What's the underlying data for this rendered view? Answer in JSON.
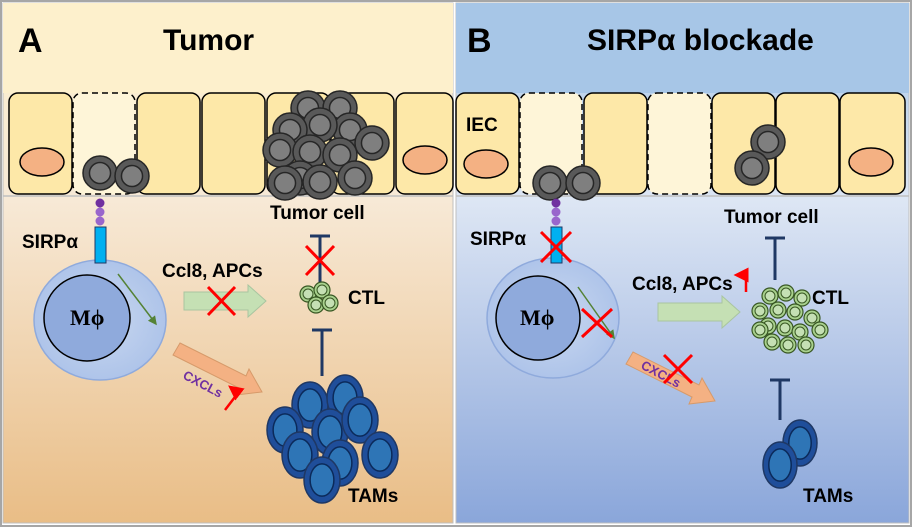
{
  "panels": {
    "a": {
      "letter": "A",
      "title": "Tumor",
      "macrophage": "Mϕ",
      "receptor": "SIRPα",
      "chemokine": "Ccl8, APCs",
      "cxcl": "CXCLs",
      "tumor_cell": "Tumor cell",
      "ctl": "CTL",
      "tams": "TAMs"
    },
    "b": {
      "letter": "B",
      "title": "SIRPα blockade",
      "iec": "IEC",
      "macrophage": "Mϕ",
      "receptor": "SIRPα",
      "chemokine": "Ccl8, APCs",
      "cxcl": "CXCLs",
      "tumor_cell": "Tumor cell",
      "ctl": "CTL",
      "tams": "TAMs"
    }
  },
  "colors": {
    "panel_a_top": "#fdf0cc",
    "panel_a_bottom": "#ebc48f",
    "panel_b_top": "#a8c8e8",
    "panel_b_bottom": "#8ea9dc",
    "epithelial_cell": "#fde8a8",
    "nucleus": "#f4b183",
    "tumor_cell": "#595959",
    "ctl": "#a9d18e",
    "tam": "#2e75b6",
    "inhibit": "#1f3864",
    "cross": "#ff0000",
    "ccl8_arrow": "#c5e0b4",
    "cxcl_arrow": "#f4b183"
  }
}
